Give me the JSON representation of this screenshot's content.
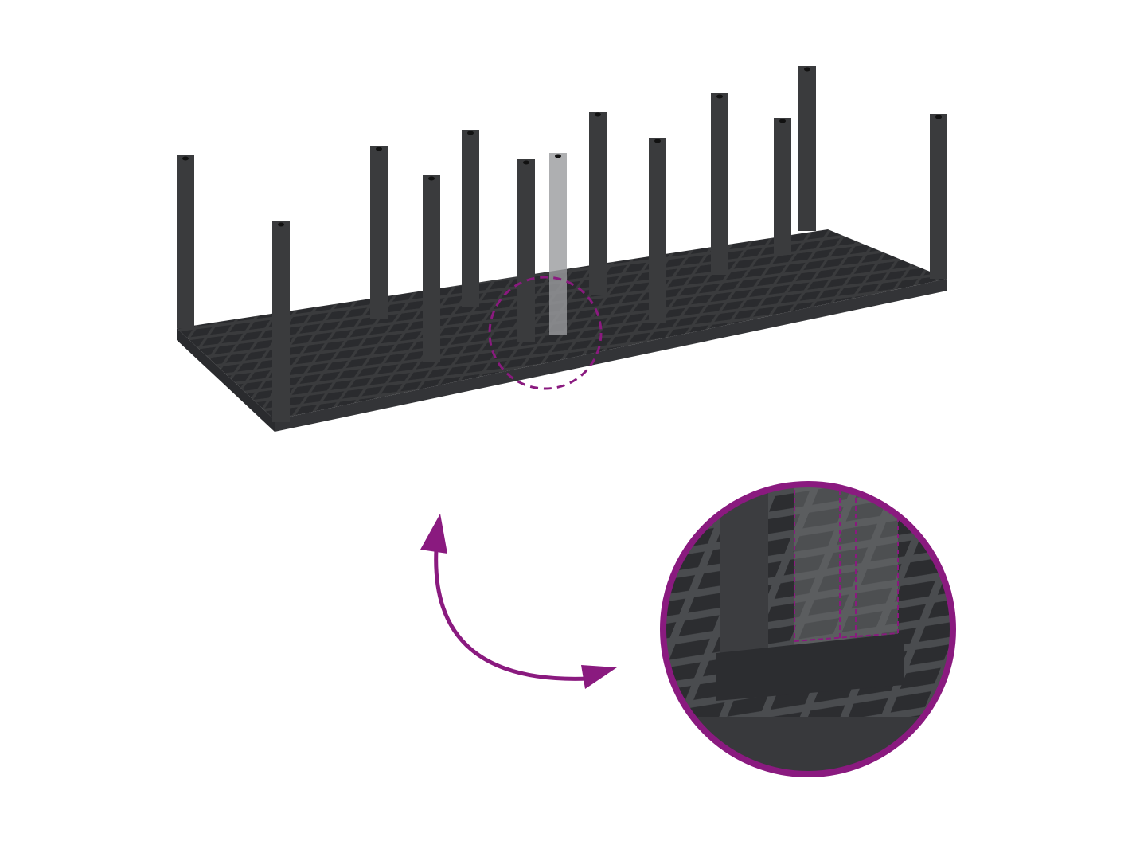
{
  "image": {
    "subject": "shelf-base-with-posts",
    "colors": {
      "background": "#ffffff",
      "shelf": "#3a3b3d",
      "shelf_dark": "#26272a",
      "shelf_light": "#55575a",
      "ghost_post": "#9a9b9d",
      "accent": "#8a1a7f"
    },
    "icons": [
      "dashed-highlight-circle",
      "curved-double-arrow",
      "magnified-detail-circle"
    ]
  }
}
